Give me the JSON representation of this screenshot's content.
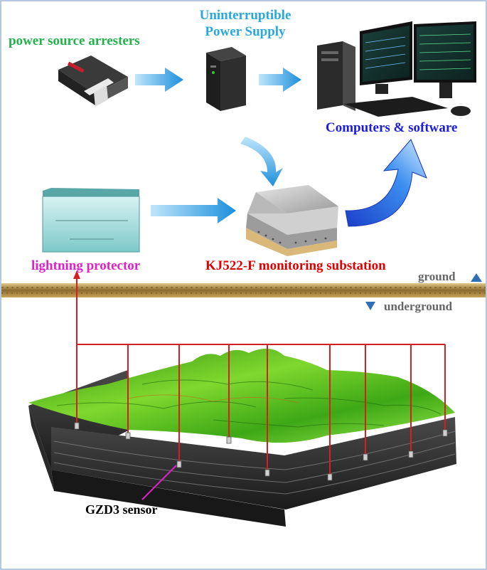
{
  "labels": {
    "power_source_arresters": "power source arresters",
    "ups_line1": "Uninterruptible",
    "ups_line2": "Power Supply",
    "computers_software": "Computers & software",
    "lightning_protector": "lightning protector",
    "substation": "KJ522-F monitoring substation",
    "ground": "ground",
    "underground": "underground",
    "sensor": "GZD3 sensor"
  },
  "colors": {
    "arrester_label": "#23b24a",
    "ups_label": "#29a8e0",
    "computers_label": "#1c1ce0",
    "lightning_label": "#e020c8",
    "substation_label": "#e00000",
    "cable": "#d42020",
    "arrow": "#3aa6e6",
    "terrain": "#4db81f"
  },
  "icons": {
    "arrester": "power-arrester-device-icon",
    "ups": "ups-tower-icon",
    "computers": "computer-workstation-icon",
    "protector": "lightning-protector-box-icon",
    "substation": "monitoring-substation-icon",
    "sensor": "sensor-icon"
  }
}
